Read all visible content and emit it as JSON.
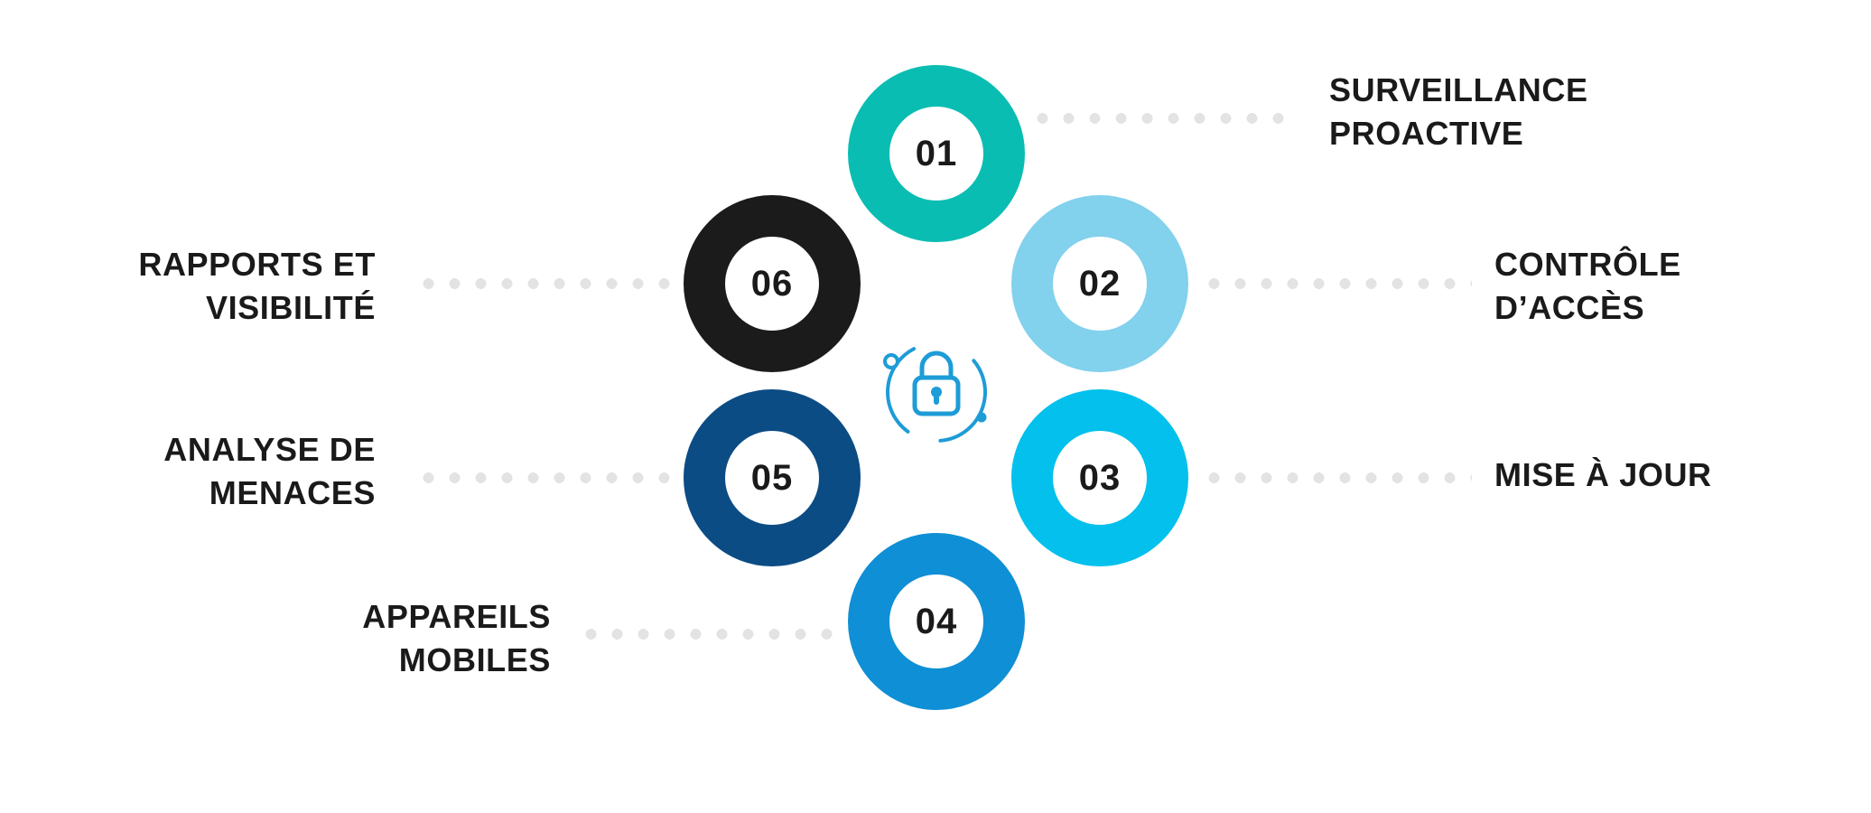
{
  "diagram": {
    "name": "security-steps-infographic",
    "center_icon": "lock-icon",
    "colors": {
      "accent": "#1e9cd7",
      "connector_dots": "#e3e3e3",
      "text": "#1a1a1a",
      "background": "#ffffff"
    },
    "items": [
      {
        "number": "01",
        "label_lines": [
          "SURVEILLANCE",
          "PROACTIVE"
        ],
        "color": "#0abdb2",
        "side": "right"
      },
      {
        "number": "02",
        "label_lines": [
          "CONTRÔLE",
          "D’ACCÈS"
        ],
        "color": "#82d1ed",
        "side": "right"
      },
      {
        "number": "03",
        "label_lines": [
          "MISE À JOUR"
        ],
        "color": "#04c0ec",
        "side": "right"
      },
      {
        "number": "04",
        "label_lines": [
          "APPAREILS",
          "MOBILES"
        ],
        "color": "#0f8fd5",
        "side": "left"
      },
      {
        "number": "05",
        "label_lines": [
          "ANALYSE DE",
          "MENACES"
        ],
        "color": "#0c4c85",
        "side": "left"
      },
      {
        "number": "06",
        "label_lines": [
          "RAPPORTS ET",
          "VISIBILITÉ"
        ],
        "color": "#1b1b1b",
        "side": "left"
      }
    ]
  }
}
